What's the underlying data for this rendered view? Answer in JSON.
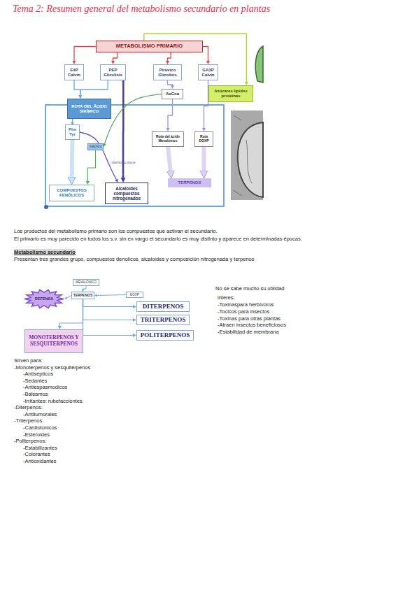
{
  "diagram": {
    "title": "Tema 2: Resumen general del metabolismo secundario en plantas",
    "nodes": [
      {
        "text": [
          "METABOLISMO PRIMARIO"
        ]
      },
      {
        "text": [
          "E4P",
          "Calvin"
        ]
      },
      {
        "text": [
          "PEP",
          "Glicolisis"
        ]
      },
      {
        "text": [
          "Pirúvico",
          "Glicolisis"
        ]
      },
      {
        "text": [
          "GA3P",
          "Calvin"
        ]
      },
      {
        "text": [
          "Azúcares lípidos proteínas"
        ]
      },
      {
        "text": [
          "AcCoa"
        ]
      },
      {
        "text": [
          "RUTA DEL ÁCIDO SIKÍMICO"
        ]
      },
      {
        "text": [
          "Phe Tyr"
        ]
      },
      {
        "text": [
          "malonico"
        ]
      },
      {
        "text": [
          "Ruta del ácido Mevalónico"
        ]
      },
      {
        "text": [
          "Ruta DOXP"
        ]
      },
      {
        "text": [
          "COMPUESTOS FENÓLICOS"
        ]
      },
      {
        "text": [
          "Alcaloides compuestos nitrogenados"
        ]
      },
      {
        "text": [
          "TERPENOS"
        ]
      },
      {
        "text": [
          "DEFENSA"
        ]
      },
      {
        "text": [
          "MEVALÓNICO"
        ]
      },
      {
        "text": [
          "TERPENOS"
        ]
      },
      {
        "text": [
          "DOXP"
        ]
      },
      {
        "text": [
          "DITERPENOS"
        ]
      },
      {
        "text": [
          "TRITERPENOS"
        ]
      },
      {
        "text": [
          "POLITERPENOS"
        ]
      },
      {
        "text": [
          "MONOTERPENOS Y SESQUITERPENOS"
        ]
      }
    ],
    "edges": [
      {
        "from": 0,
        "to": 1,
        "arrow": "to"
      },
      {
        "from": 0,
        "to": 2,
        "arrow": "to"
      },
      {
        "from": 0,
        "to": 3,
        "arrow": "to"
      },
      {
        "from": 0,
        "to": 4,
        "arrow": "to"
      },
      {
        "from": 0,
        "to": 5,
        "arrow": "to"
      },
      {
        "from": 1,
        "to": 7,
        "arrow": "to"
      },
      {
        "from": 2,
        "to": 7,
        "arrow": "to"
      },
      {
        "from": 2,
        "to": 13,
        "arrow": "to"
      },
      {
        "from": 3,
        "to": 6,
        "arrow": "to"
      },
      {
        "from": 6,
        "to": 10,
        "arrow": "to"
      },
      {
        "from": 4,
        "to": 11,
        "arrow": "to"
      },
      {
        "from": 6,
        "to": 9,
        "arrow": "to"
      },
      {
        "from": 7,
        "to": 8,
        "arrow": "to"
      },
      {
        "from": 8,
        "to": 12,
        "arrow": "to"
      },
      {
        "from": 9,
        "to": 12,
        "arrow": "to"
      },
      {
        "from": 8,
        "to": 13,
        "arrow": "to"
      },
      {
        "from": 10,
        "to": 14,
        "arrow": "to"
      },
      {
        "from": 11,
        "to": 14,
        "arrow": "to"
      },
      {
        "from": 16,
        "to": 17,
        "arrow": "to"
      },
      {
        "from": 18,
        "to": 17,
        "arrow": "to"
      },
      {
        "from": 17,
        "to": 15,
        "arrow": "to"
      },
      {
        "from": 17,
        "to": 19,
        "arrow": "to"
      },
      {
        "from": 17,
        "to": 20,
        "arrow": "to"
      },
      {
        "from": 17,
        "to": 21,
        "arrow": "to"
      },
      {
        "from": 17,
        "to": 22,
        "arrow": "to"
      }
    ],
    "labels": [
      "AMINOÁCIDOS",
      "Los productos del metabolismo primario son los compuestos que activan el secundario.",
      "El primario es muy parecido en todos los s.v. sin en vargo el secundario es muy distinto y aparece en determinadas épocas.",
      "Metabolismo secundario",
      "Presentan tres grandes grupo, compuestos denolicos, alcaloides y composición nitrogenada y terpenos",
      "No se sabe mucho su utilidad",
      "interes:",
      "-Toxinaspara herbívoros",
      "-Tocicos para insectos",
      "-Toxinas para otras plantas",
      "-Atraen insectos beneficiosos",
      "-Estabilidad de membrana",
      "Sirven para:",
      "-Monoterpenos y sesquiterpenos",
      "-Antisepticos",
      "-Sedantes",
      "-Antiespasmodicos",
      "-Balsamos",
      "-Irritantes: rubefaccientes.",
      "-Diterpenos:",
      "-Antitumorales",
      "-Triterpenos",
      "-Cardiotonicos",
      "-Esteroides",
      "-Politerpenos:",
      "-Estabilizantes",
      "-Colorantes",
      "-Antioxidantes"
    ]
  }
}
